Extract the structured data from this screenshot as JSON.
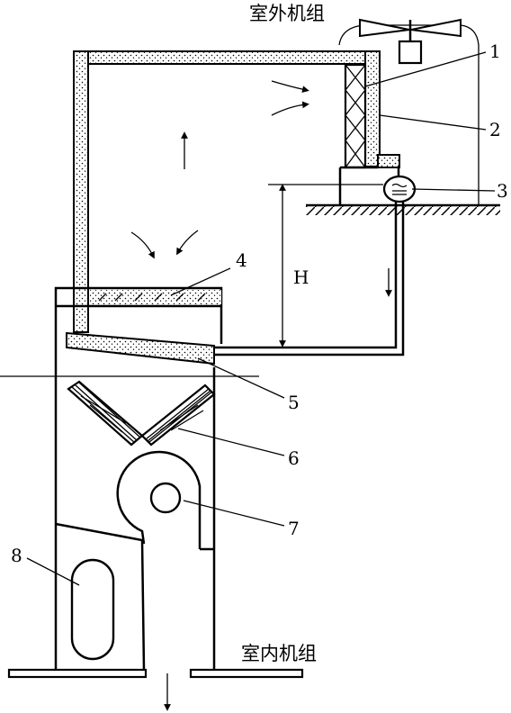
{
  "titles": {
    "outdoor_unit": "室外机组",
    "indoor_unit": "室内机组"
  },
  "labels": {
    "l1": "1",
    "l2": "2",
    "l3": "3",
    "l4": "4",
    "l5": "5",
    "l6": "6",
    "l7": "7",
    "l8": "8",
    "height": "H"
  }
}
